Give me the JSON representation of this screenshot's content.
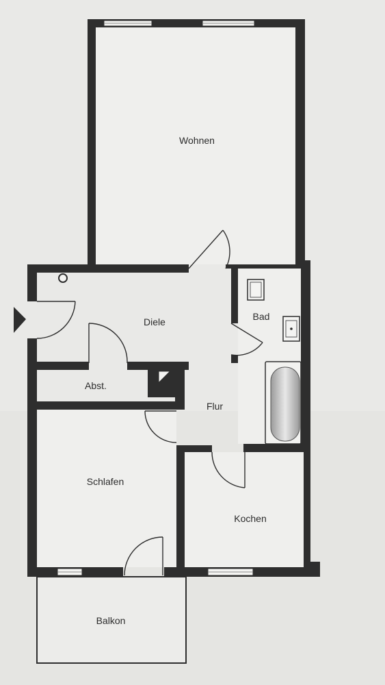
{
  "rooms": {
    "wohnen": "Wohnen",
    "diele": "Diele",
    "bad": "Bad",
    "abst": "Abst.",
    "flur": "Flur",
    "schlafen": "Schlafen",
    "kochen": "Kochen",
    "balkon": "Balkon"
  },
  "colors": {
    "wall": "#2e2e2e",
    "paper": "#eeeeec",
    "background": "#d9d8d6"
  }
}
